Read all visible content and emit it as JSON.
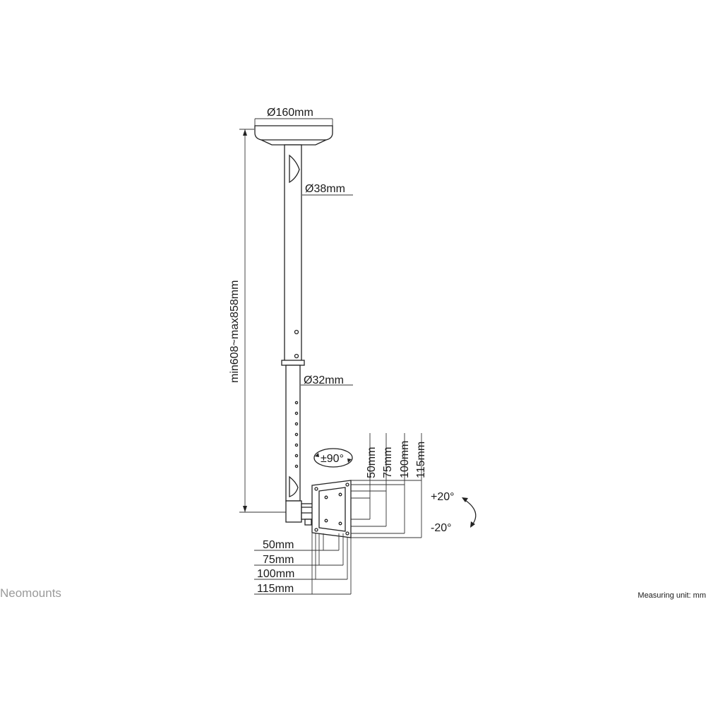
{
  "brand": "Neomounts",
  "measuring_unit": "Measuring unit: mm",
  "dimensions": {
    "ceiling_plate_diameter": "Ø160mm",
    "upper_tube_diameter": "Ø38mm",
    "lower_tube_diameter": "Ø32mm",
    "height_range": "min608~max858mm",
    "rotation": "±90°",
    "tilt_up": "+20°",
    "tilt_down": "-20°"
  },
  "vesa_vertical": [
    "50mm",
    "75mm",
    "100mm",
    "115mm"
  ],
  "vesa_horizontal": [
    "50mm",
    "75mm",
    "100mm",
    "115mm"
  ]
}
